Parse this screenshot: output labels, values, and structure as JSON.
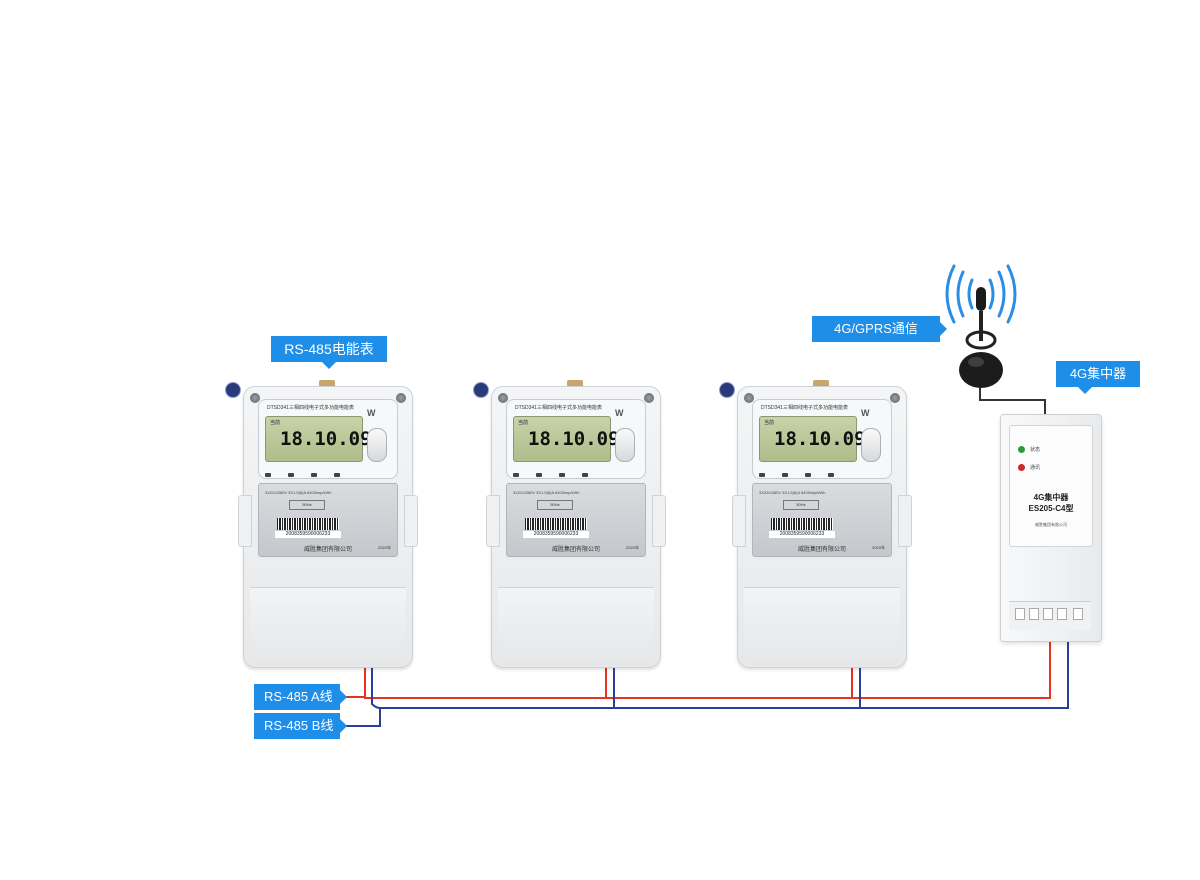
{
  "labels": {
    "meter": "RS-485电能表",
    "gprs": "4G/GPRS通信",
    "concentrator": "4G集中器",
    "wire_a": "RS-485 A线",
    "wire_b": "RS-485 B线"
  },
  "meter": {
    "model_text": "DTSD341三相四线电子式多功能电能表",
    "lcd_value": "18.10.09",
    "lcd_top": "当前",
    "spec_text": "3X220/380V  3X1.5(6)A  6400imp/kWh",
    "frequency": "50Hz",
    "serial": "2008359590006233",
    "company": "威胜集团有限公司",
    "year": "2020年",
    "logo": "W"
  },
  "concentrator": {
    "led_status": "状态",
    "led_comm": "通讯",
    "name_line1": "4G集中器",
    "name_line2": "ES205-C4型",
    "maker": "威胜集团有限公司"
  },
  "colors": {
    "label_bg": "#1f8ee8",
    "wire_a": "#e8321e",
    "wire_b": "#2a3f9a"
  }
}
